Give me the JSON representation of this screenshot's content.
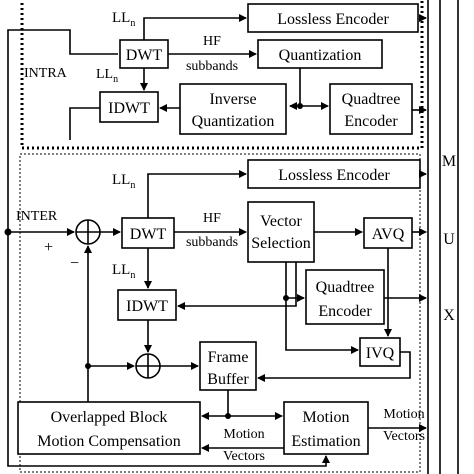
{
  "intra": {
    "label": "INTRA",
    "ll_top": "LL",
    "ll_top_sub": "n",
    "ll_left": "LL",
    "ll_left_sub": "n",
    "hf_line1": "HF",
    "hf_line2": "subbands",
    "lossless": "Lossless Encoder",
    "dwt": "DWT",
    "quant": "Quantization",
    "idwt": "IDWT",
    "invq_line1": "Inverse",
    "invq_line2": "Quantization",
    "qt_line1": "Quadtree",
    "qt_line2": "Encoder"
  },
  "inter": {
    "label": "INTER",
    "plus": "+",
    "minus": "−",
    "ll_top": "LL",
    "ll_top_sub": "n",
    "ll_mid": "LL",
    "ll_mid_sub": "n",
    "hf_line1": "HF",
    "hf_line2": "subbands",
    "lossless": "Lossless Encoder",
    "dwt": "DWT",
    "vs_line1": "Vector",
    "vs_line2": "Selection",
    "avq": "AVQ",
    "qt_line1": "Quadtree",
    "qt_line2": "Encoder",
    "idwt": "IDWT",
    "ivq": "IVQ",
    "fb_line1": "Frame",
    "fb_line2": "Buffer",
    "obmc_line1": "Overlapped Block",
    "obmc_line2": "Motion Compensation",
    "me_line1": "Motion",
    "me_line2": "Estimation",
    "mv_mid_line1": "Motion",
    "mv_mid_line2": "Vectors",
    "mv_out_line1": "Motion",
    "mv_out_line2": "Vectors"
  },
  "mux": {
    "m": "M",
    "u": "U",
    "x": "X"
  }
}
